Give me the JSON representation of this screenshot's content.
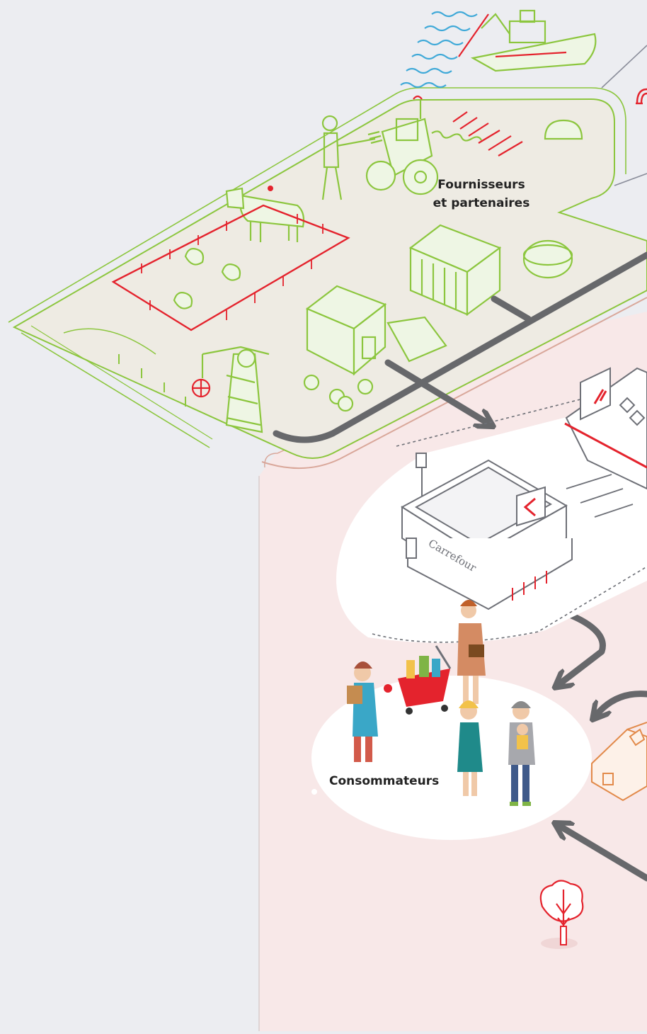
{
  "colors": {
    "background": "#ecedf1",
    "supplier_zone": "#eeebe3",
    "supplier_stroke": "#8cc63e",
    "consumer_zone": "#f8e8e8",
    "accent_red": "#e4232d",
    "outline_gray": "#6e7077",
    "arrow_gray": "#67686b",
    "house_orange": "#e28a4a",
    "water_blue": "#3fa9d8"
  },
  "labels": {
    "suppliers": [
      "Fournisseurs",
      "et partenaires"
    ],
    "consumers": "Consommateurs",
    "store_sign": "Carrefour"
  },
  "icons": [
    "boat-icon",
    "waves-icon",
    "farmer-icon",
    "tractor-icon",
    "cow-icon",
    "chicken-icon",
    "barn-icon",
    "silo-icon",
    "warehouse-icon",
    "crane-icon",
    "hay-bale-icon",
    "plant-icon",
    "bush-icon",
    "supermarket-icon",
    "hypermarket-icon",
    "house-icon",
    "tree-icon",
    "shopping-cart-icon",
    "person-icon",
    "arrow-icon"
  ]
}
